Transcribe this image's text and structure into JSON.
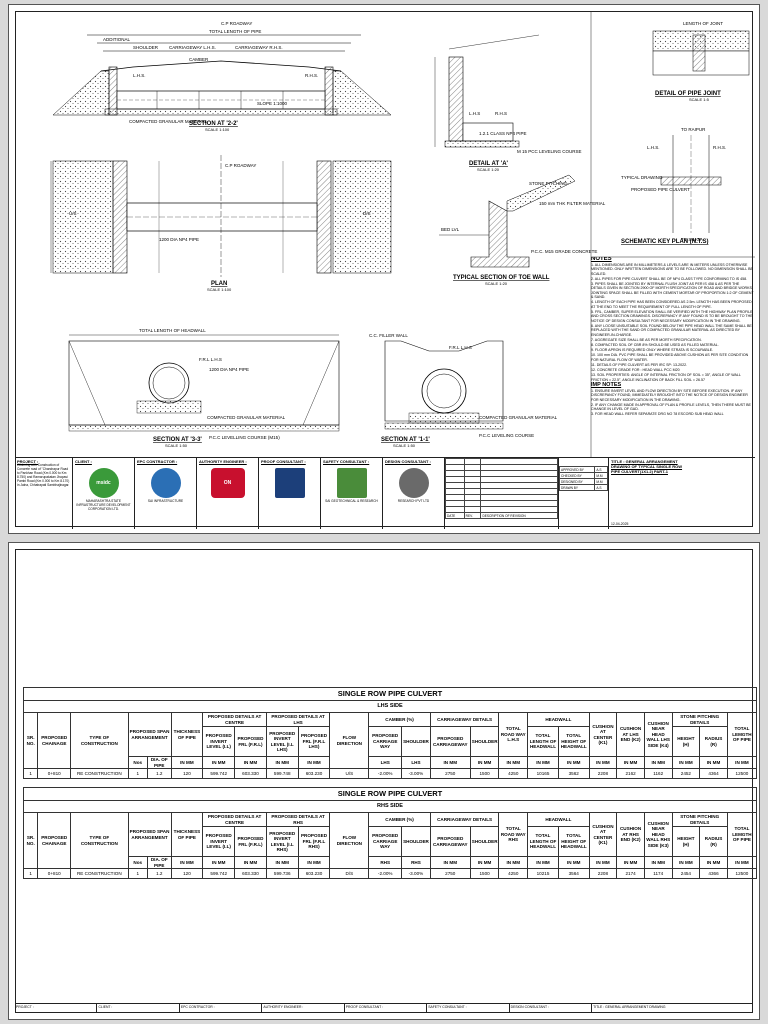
{
  "sheet1": {
    "section22": {
      "title": "SECTION AT '2-2'",
      "scale": "SCALE 1:100",
      "labels": {
        "row_top": "C.P ROADWAY",
        "total_len": "TOTAL LENGTH OF PIPE",
        "additional": "ADDITIONAL",
        "shoulder": "SHOULDER",
        "carr_lhs": "CARRIAGEWAY L.H.S.",
        "carr_rhs": "CARRIAGEWAY R.H.S.",
        "camber": "CAMBER",
        "slope": "SLOPE 1:1000",
        "granular": "COMPACTED GRANULAR MATERIAL",
        "pipe": "1200 DIA NP4 PIPE",
        "lhs": "L.H.S.",
        "rhs": "R.H.S."
      }
    },
    "plan": {
      "title": "PLAN",
      "scale": "SCALE 1:100",
      "cp": "C.P ROADWAY",
      "pipe": "1200 DIA NP4 PIPE",
      "us": "U/S",
      "ds": "D/S"
    },
    "detail_a": {
      "title": "DETAIL AT 'A'",
      "scale": "SCALE 1:20",
      "pipe": "1.2.1 CLASS NP4 PIPE",
      "pcc": "M 15 PCC LEVELING COURSE",
      "lhs": "L.H.S",
      "rhs": "R.H.S"
    },
    "pipe_joint": {
      "title": "DETAIL OF PIPE JOINT",
      "scale": "SCALE 1:5",
      "len": "LENGTH OF JOINT"
    },
    "key_plan": {
      "title": "SCHEMATIC KEY PLAN (N.T.S)",
      "lhs": "L.H.S.",
      "rhs": "R.H.S.",
      "typical": "TYPICAL DRAWING",
      "proposed": "PROPOSED PIPE CULVERT",
      "to_a": "TO RAIPUR",
      "to_b": "TO SIMGA"
    },
    "toe_wall": {
      "title": "TYPICAL SECTION OF TOE WALL",
      "scale": "SCALE 1:20",
      "stone": "STONE PITCHING",
      "filler": "150 mm THK FILTER MATERIAL",
      "bed": "BED LVL",
      "pcc": "P.C.C. M15 GRADE CONCRETE"
    },
    "section33": {
      "title": "SECTION AT '3-3'",
      "scale": "SCALE 1:50",
      "total": "TOTAL LENGTH OF HEADWALL",
      "frl": "F.R.L L.H.S",
      "pipe": "1200 DIA NP4 PIPE",
      "granular": "COMPACTED GRANULAR MATERIAL",
      "pcc": "P.C.C LEVELLING COURSE (M15)"
    },
    "section11": {
      "title": "SECTION AT '1-1'",
      "scale": "SCALE 1:50",
      "filler": "C.C. FILLER WALL",
      "frl": "F.R.L L.H.S",
      "granular": "COMPACTED GRANULAR MATERIAL",
      "pcc": "P.C.C LEVELING COURSE"
    },
    "notes": {
      "heading": "NOTES",
      "items": [
        "1. ALL DIMENSIONS ARE IN MILLIMETERS & LEVELS ARE IN METERS UNLESS OTHERWISE MENTIONED. ONLY WRITTEN DIMENSIONS ARE TO BE FOLLOWED. NO DIMENSION SHALL BE SCALED.",
        "2. ALL PIPES FOR PIPE CULVERT SHALL BE OF NP4 CLASS TYPE CONFORMING TO IS 458.",
        "3. PIPES SHALL BE JOINTED BY INTERNAL FLUSH JOINT AS PER IS 458 & AS PER THE DETAILS GIVEN IN SECTION 2900 OF MORTH SPECIFICATION OF ROAD AND BRIDGE WORKS. JOINTING SPACE SHALL BE FILLED WITH CEMENT MORTAR OF PROPORTION 1:2 OF CEMENT & SAND.",
        "4. LENGTH OF EACH PIPE HAS BEEN CONSIDERED AS 2.5m. LENGTH HAS BEEN PROPOSED AT THE END TO MEET THE REQUIREMENT OF FULL LENGTH OF PIPE.",
        "5. FRL, CAMBER, SUPER ELEVATION SHALL BE VERIFIED WITH THE HIGHWAY PLAN PROFILE AND CROSS SECTION DRAWINGS. DISCREPANCY IF ANY FOUND IS TO BE BROUGHT TO THE NOTICE OF DESIGN CONSULTANT FOR NECESSARY MODIFICATION IN THE DRAWING.",
        "6. ANY LOOSE UNSUITABLE SOIL FOUND BELOW THE PIPE HEAD WALL THE SAME SHALL BE REPLACED WITH THE SAND OR COMPACTED GRANULAR MATERIAL AS DIRECTED BY ENGINEER-IN-CHARGE.",
        "7. AGGREGATE SIZE SHALL BE AS PER MORTH SPECIFICATION.",
        "8. COMPACTED SOIL OF CBR 8% SHOULD BE USED AS FILLED MATERIAL.",
        "9. FLOOR APRON IS REQUIRED ONLY WHERE STRATA IS SCOURABLE.",
        "10. 100 mm DIA. PVC PIPE SHALL BE PROVIDED ABOVE CUSHION AS PER SITE CONDITION FOR NATURAL FLOW OF WATER.",
        "11. DETAILS OF PIPE CULVERT AS PER IRC SP: 13-2022.",
        "12. CONCRETE GRADE FOR : HEAD WALL PCC M20",
        "13. SOIL PROPERTIES: ANGLE OF INTERNAL FRICTION OF SOIL = 35°, ANGLE OF WALL FRICTION = 22.5°, ANGLE INCLINATION OF BACK FILL SOIL = 26.57"
      ],
      "imp_heading": "IMP NOTES",
      "imp_items": [
        "1. ENSURE INVERT LEVEL AND FLOW DIRECTION BY SITE BEFORE EXECUTION. IF ANY DISCREPANCY FOUND, IMMEDIATELY BROUGHT INTO THE NOTICE OF DESIGN ENGINEER FOR NECESSARY MODIFICATION IN THE DRAWING.",
        "2. IF ANY CHANGE MADE IN APPROVAL OF PLAN & PROFILE LEVELS, THEN THERE MUST BE CHANGE IN LEVEL OF GAD.",
        "3. FOR HEAD WALL REFER SEPARATE DRG NO 78 ESCORD SUB HEAD WALL"
      ]
    },
    "titleblock": {
      "project_head": "PROJECT :",
      "project_text": "Widening with Construction of Concrete road of \"Chandrapur Road to Pankhan Road (Km 0.000 to Km 8.750) and Ramarupakatan Jhapasi Pambi Road (Km 0.000 to Km 8.170) in Jalna, Chhatrapati Sambhajinagar.",
      "client_head": "CLIENT :",
      "client_name": "MAHARASHTRA STATE INFRASTRUCTURE DEVELOPMENT CORPORATION LTD.",
      "client_logo": "msidc",
      "epc_head": "EPC CONTRACTOR :",
      "epc_name": "SAI INFRASTRUCTURE",
      "auth_head": "AUTHORITY ENGINEER :",
      "auth_logo": "ON",
      "proof_head": "PROOF CONSULTANT :",
      "safety_head": "SAFETY CONSULTANT :",
      "safety_name": "SAI GEOTECHNICAL & RESEARCH",
      "design_head": "DESIGN CONSULTANT :",
      "design_name": "RESEARCH PVT LTD",
      "rev_headers": [
        "DATE",
        "REV.",
        "DESCRIPTION OF REVISION"
      ],
      "roles": [
        "APPROVED BY",
        "CHECKED BY",
        "DESIGNED BY",
        "DRAWN BY"
      ],
      "role_initials": [
        "A.S",
        "M.M",
        "M.M",
        "A.S"
      ],
      "title_head": "TITLE : GENERAL ARRANGEMENT DRAWING OF TYPICAL SINGLE ROW PIPE CULVERT(1X1.2) PART-1",
      "date": "12-04-2025"
    }
  },
  "sheet2": {
    "lhs_table": {
      "name": "SINGLE ROW PIPE CULVERT",
      "side": "LHS SIDE",
      "headers": {
        "sr": "SR. NO.",
        "chainage": "PROPOSED CHAINAGE",
        "type": "TYPE OF CONSTRUCTION",
        "span": "PROPOSED SPAN ARRANGEMENT",
        "nos": "Nos",
        "dia": "DIA. OF PIPE",
        "thick": "THICKNESS OF PIPE",
        "centre": "PROPOSED DETAILS AT CENTRE",
        "side_det": "PROPOSED DETAILS AT LHS",
        "inv": "PROPOSED INVERT LEVEL (I.L)",
        "frl": "PROPOSED FRL (F.R.L)",
        "inv_s": "PROPOSED INVERT LEVEL (I.L LHS)",
        "frl_s": "PROPOSED FRL (F.R.L LHS)",
        "flow": "FLOW DIRECTION",
        "camber": "CAMBER (%)",
        "cam_carr": "PROPOSED CARRIAGE WAY",
        "cam_sh": "SHOULDER",
        "carr": "CARRIAGEWAY DETAILS",
        "carr_c": "PROPOSED CARRIAGEWAY",
        "carr_sh": "SHOULDER",
        "road": "TOTAL ROAD WAY L.H.S",
        "headwall": "HEADWALL",
        "hw_len": "TOTAL LENGTH OF HEADWALL",
        "hw_ht": "TOTAL HEIGHT OF HEADWALL",
        "cush_c": "CUSHION AT CENTER (K1)",
        "cush_s": "CUSHION AT LHS END (K2)",
        "cush_n": "CUSHION NEAR HEAD WALL LHS SIDE (K4)",
        "stone": "STONE PITCHING DETAILS",
        "height": "HEIGHT (H)",
        "radius": "RADIUS (R)",
        "total": "TOTAL LEMGTH OF PIPE"
      },
      "units": [
        "IN MM",
        "IN MM",
        "IN MM",
        "IN MM",
        "LHS",
        "LHS",
        "IN MM",
        "IN MM",
        "IN MM",
        "IN MM",
        "IN MM",
        "IN MM",
        "IN MM",
        "IN MM",
        "IN MM",
        "IN MM",
        "IN MM"
      ],
      "row": [
        "1",
        "0+810",
        "RE CONSTRUCTION",
        "1",
        "1.2",
        "120",
        "599.742",
        "603.330",
        "599.748",
        "603.230",
        "U/S",
        "-2.00%",
        "-3.00%",
        "2750",
        "1500",
        "4250",
        "10165",
        "3562",
        "2208",
        "2162",
        "1162",
        "2452",
        "4364",
        "12500"
      ]
    },
    "rhs_table": {
      "name": "SINGLE ROW PIPE CULVERT",
      "side": "RHS SIDE",
      "headers": {
        "side_det": "PROPOSED DETAILS AT RHS",
        "inv_s": "PROPOSED INVERT LEVEL (I.L RHS)",
        "frl_s": "PROPOSED FRL (F.R.L RHS)",
        "road": "TOTAL ROAD WAY RHS",
        "cush_s": "CUSHION AT RHS END (K2)",
        "cush_n": "CUSHION NEAR HEAD WALL RHS SIDE (K3)"
      },
      "units": [
        "IN MM",
        "IN MM",
        "IN MM",
        "IN MM",
        "RHS",
        "RHS",
        "IN MM",
        "IN MM",
        "IN MM",
        "IN MM",
        "IN MM",
        "IN MM",
        "IN MM",
        "IN MM",
        "IN MM",
        "IN MM",
        "IN MM"
      ],
      "row": [
        "1",
        "0+810",
        "RE CONSTRUCTION",
        "1",
        "1.2",
        "120",
        "599.742",
        "603.330",
        "599.736",
        "603.230",
        "D/S",
        "-2.00%",
        "-3.00%",
        "2750",
        "1500",
        "4250",
        "10215",
        "3564",
        "2208",
        "2174",
        "1174",
        "2454",
        "4366",
        "12500"
      ]
    },
    "strip": [
      "PROJECT :",
      "CLIENT :",
      "EPC CONTRACTOR :",
      "AUTHORITY ENGINEER :",
      "PROOF CONSULTANT :",
      "SAFETY CONSULTANT :",
      "DESIGN CONSULTANT :",
      "TITLE : GENERAL ARRANGEMENT DRAWING"
    ]
  }
}
